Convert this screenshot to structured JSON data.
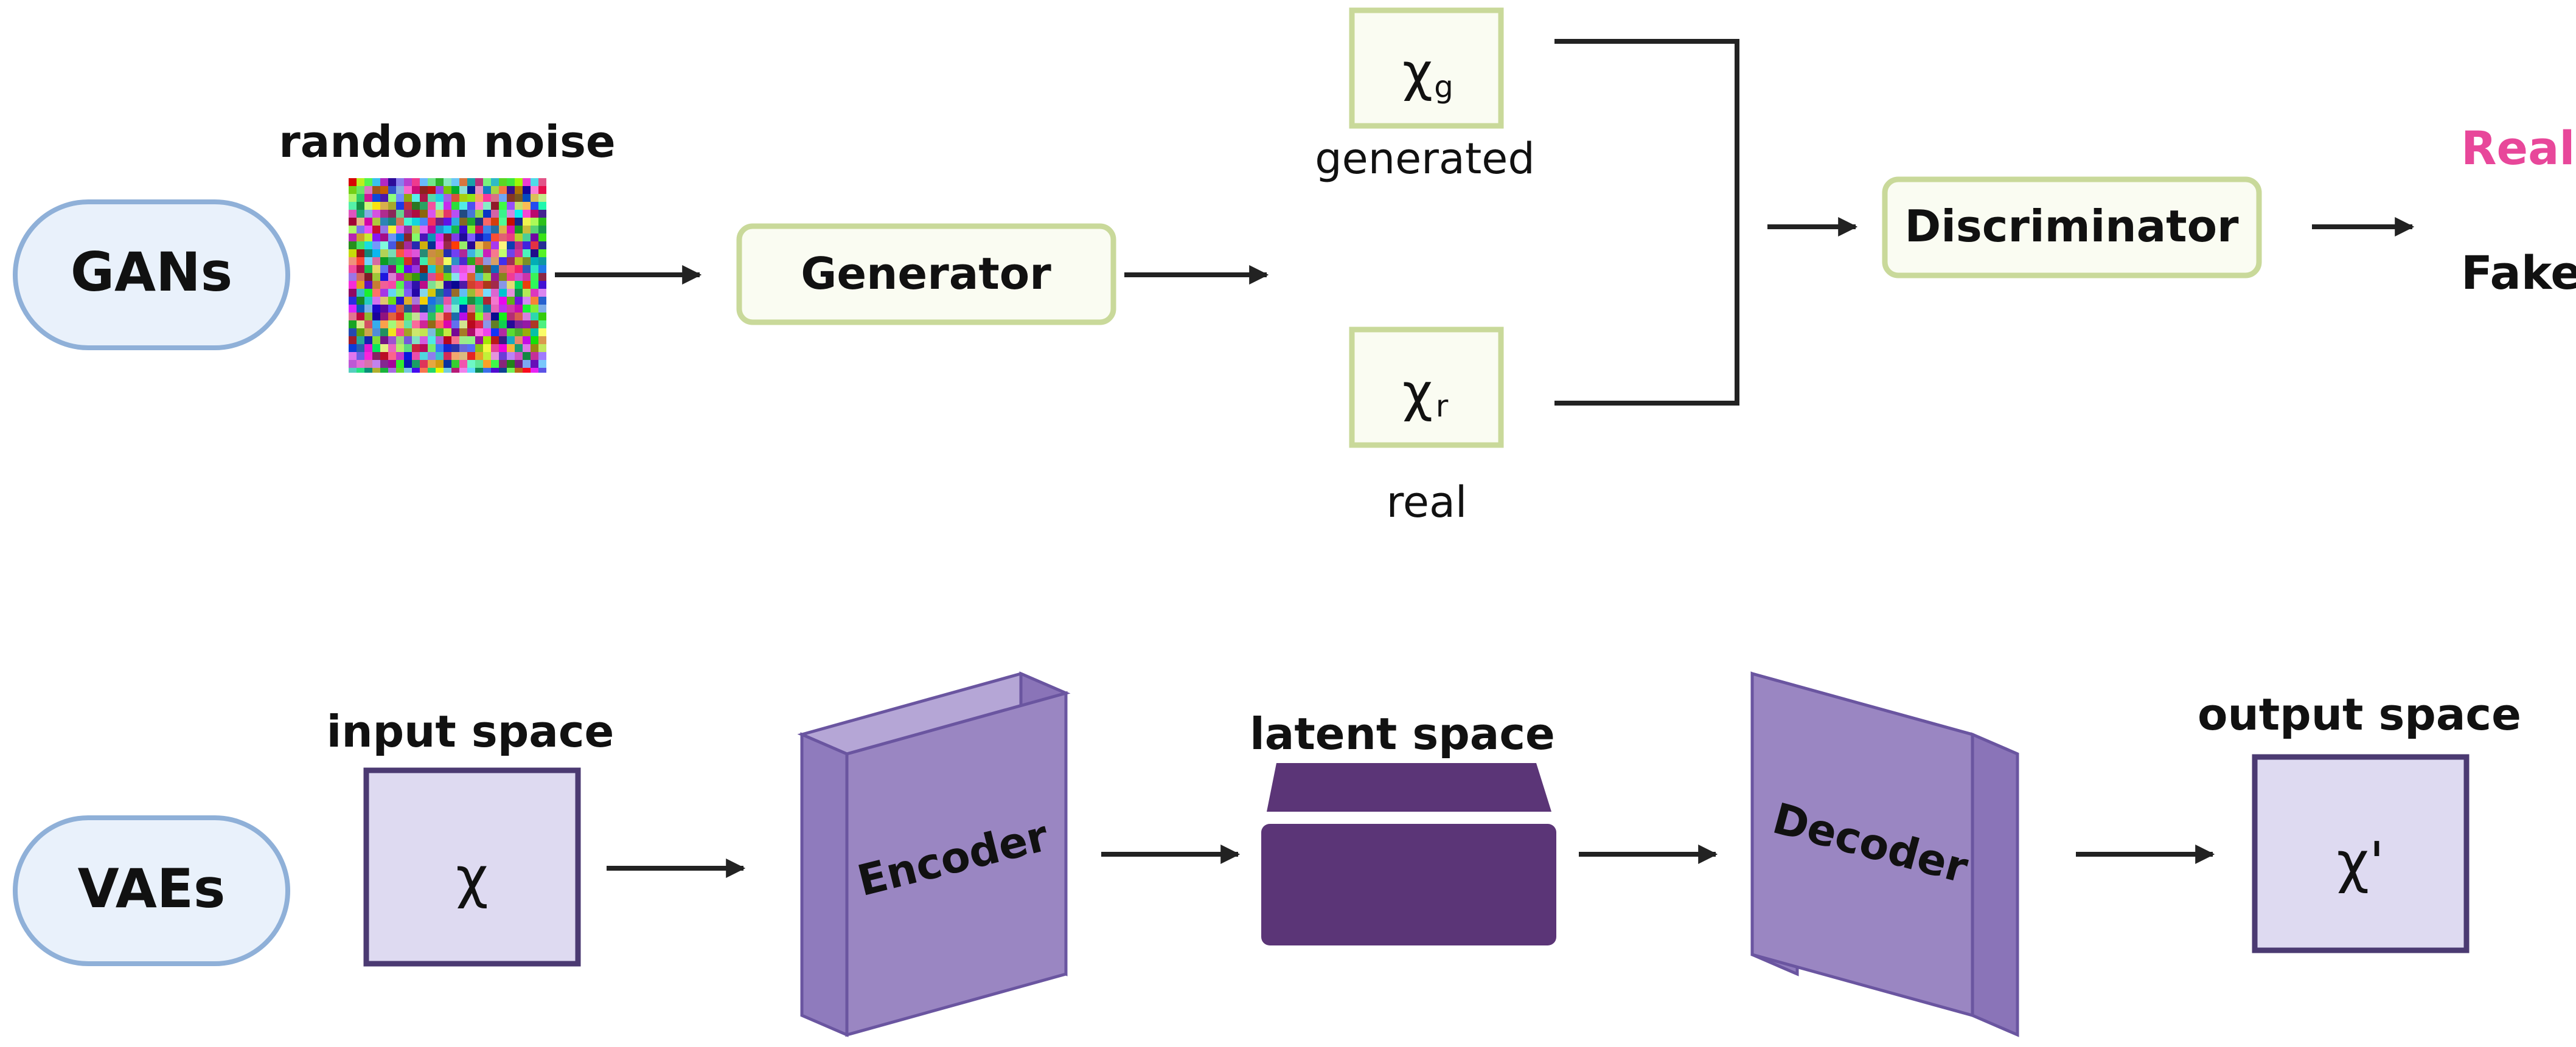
{
  "colors": {
    "pill_fill": "#e9f1fb",
    "pill_stroke": "#8fb0d8",
    "green_fill": "#fafcf2",
    "green_stroke": "#c9d99a",
    "lavender_fill": "#dedaf1",
    "dark_purple": "#4b3a72",
    "block_fill": "#9a86c2",
    "block_stroke": "#6a55a0",
    "latent_fill": "#5b3577",
    "real_color": "#e8479a",
    "arrow": "#222222"
  },
  "gans": {
    "label": "GANs",
    "noise_label": "random noise",
    "generator_label": "Generator",
    "xg_symbol": "χ",
    "xg_sub": "g",
    "generated_label": "generated",
    "xr_symbol": "χ",
    "xr_sub": "r",
    "real_data_label": "real",
    "discriminator_label": "Discriminator",
    "out_real": "Real",
    "out_fake": "Fake"
  },
  "vaes": {
    "label": "VAEs",
    "input_label": "input space",
    "input_symbol": "χ",
    "encoder_label": "Encoder",
    "latent_label": "latent space",
    "decoder_label": "Decoder",
    "output_label": "output space",
    "output_symbol": "χ'"
  }
}
